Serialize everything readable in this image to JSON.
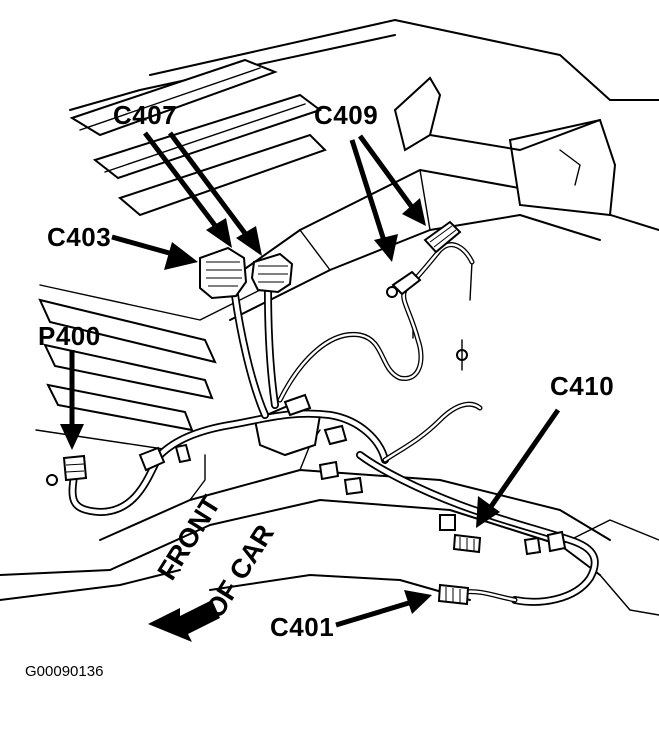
{
  "diagram": {
    "labels": {
      "c407": "C407",
      "c409": "C409",
      "c403": "C403",
      "p400": "P400",
      "c410": "C410",
      "c401": "C401"
    },
    "direction": {
      "line1": "FRONT",
      "line2": "OF CAR"
    },
    "figure_id": "G00090136",
    "colors": {
      "ink": "#000000",
      "paper": "#ffffff"
    }
  }
}
